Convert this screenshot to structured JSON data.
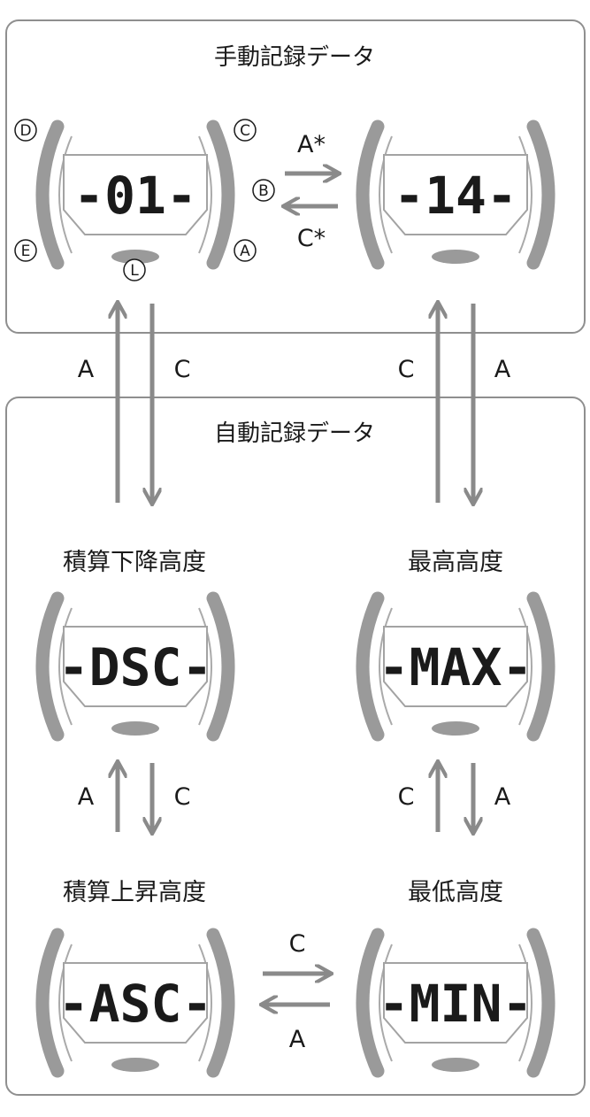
{
  "diagram": {
    "manual_section": {
      "title": "手動記録データ"
    },
    "auto_section": {
      "title": "自動記録データ"
    },
    "watches": {
      "manual_01": {
        "display": "-01-"
      },
      "manual_14": {
        "display": "-14-"
      },
      "dsc": {
        "caption": "積算下降高度",
        "display": "-DSC-"
      },
      "max": {
        "caption": "最高高度",
        "display": "-MAX-"
      },
      "asc": {
        "caption": "積算上昇高度",
        "display": "-ASC-"
      },
      "min": {
        "caption": "最低高度",
        "display": "-MIN-"
      }
    },
    "buttons": {
      "a": "A",
      "b": "B",
      "c": "C",
      "d": "D",
      "e": "E",
      "l": "L"
    },
    "arrows": {
      "manual_forward": "A*",
      "manual_back": "C*",
      "left_up": "A",
      "left_down": "C",
      "right_up": "C",
      "right_down": "A",
      "left_mid_up": "A",
      "left_mid_down": "C",
      "right_mid_up": "C",
      "right_mid_down": "A",
      "bottom_forward": "C",
      "bottom_back": "A"
    }
  }
}
